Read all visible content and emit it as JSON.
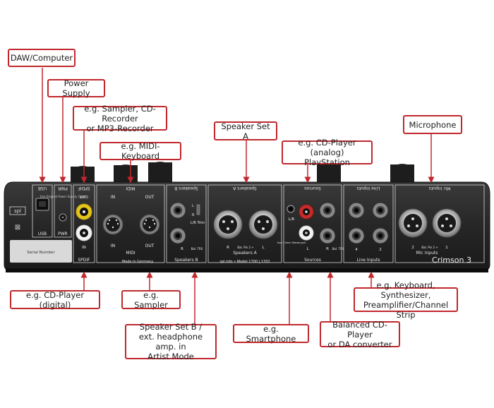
{
  "callouts": {
    "daw_computer": "DAW/Computer",
    "power_supply": "Power Supply",
    "sampler_recorder": "e.g. Sampler, CD-Recorder\nor MP3-Recorder",
    "midi_keyboard": "e.g. MIDI-Keyboard",
    "speaker_set_a": "Speaker Set A",
    "cd_player_analog": "e.g. CD-Player (analog)\nPlayStation",
    "microphone": "Microphone",
    "cd_player_digital": "e.g. CD-Player (digital)",
    "sampler": "e.g. Sampler",
    "speaker_set_b": "Speaker Set B /\next. headphone amp. in\nArtist Mode",
    "smartphone": "e.g. Smartphone",
    "balanced_cd_player": "Balanced CD-Player\nor DA converter",
    "keyboard_synth": "e.g. Keyboard, Synthesizer,\nPreamplifier/Channel Strip"
  },
  "panel": {
    "usb_top": "USB",
    "usb_bottom": "USB",
    "pwr_top": "PWR",
    "pwr_bottom": "PWR",
    "pwr_note": "Use Original Power Supply Only!",
    "spdif_top": "SPDIF",
    "spdif_bottom": "SPDIF",
    "spdif_out": "OUT",
    "spdif_in": "IN",
    "midi_top": "MIDI",
    "midi_bottom": "MIDI",
    "midi_in": "IN",
    "midi_out": "OUT",
    "speakers_b_top": "Speakers B",
    "speakers_b_bottom": "Speakers B",
    "trim_l": "L",
    "trim_r": "R",
    "trim_label": "L/R Trim",
    "spk_b_r": "R",
    "spk_b_bal": "Bal. TRS",
    "speakers_a_top": "Speakers A",
    "speakers_a_bottom": "Speakers A",
    "spk_a_r": "R",
    "spk_a_l": "L",
    "spk_a_bal": "Bal. Pin 2 +",
    "sources_top": "Sources",
    "sources_bottom": "Sources",
    "lr_label": "L/R",
    "use_jack": "Use 3.5mm Stereo Jack",
    "src_l": "L",
    "src_r": "R",
    "src_bal": "Bal. TRS",
    "line_inputs_top": "Line Inputs",
    "line_inputs_bottom": "Line Inputs",
    "line_4": "4",
    "line_2": "2",
    "mic_inputs_top": "Mic Inputs",
    "mic_inputs_bottom": "Mic Inputs",
    "mic_2": "2",
    "mic_1": "1",
    "mic_bal": "Bal. Pin 2 +",
    "brand": "spl",
    "serial_number": "Serial Number",
    "made_in": "Made in Germany",
    "model_info": "spl.info • Model 1700 | 1702",
    "product_name": "Crimson 3"
  }
}
